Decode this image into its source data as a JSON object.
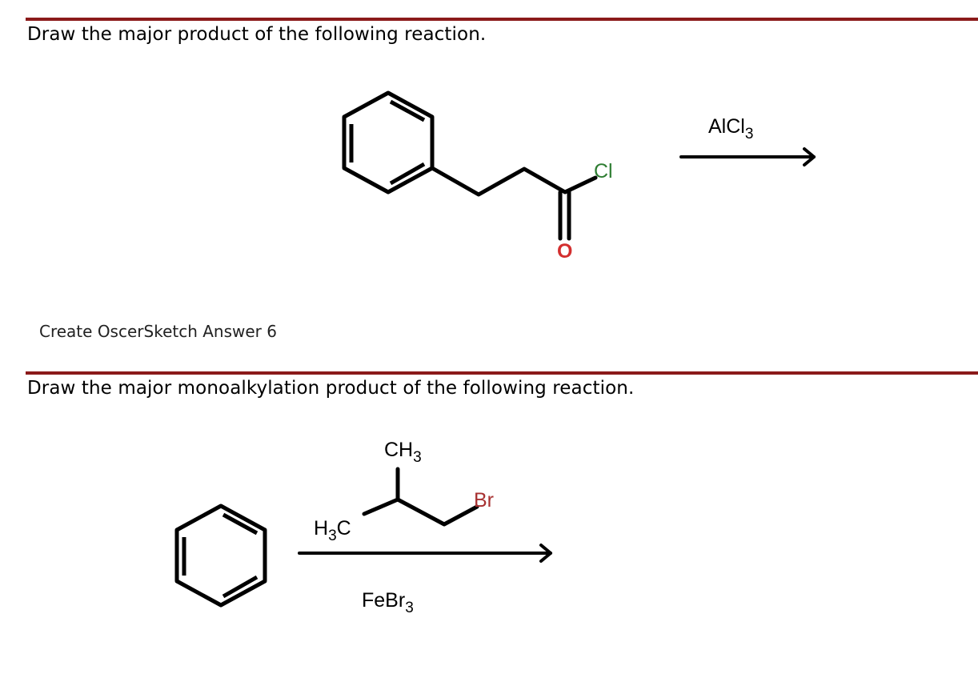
{
  "colors": {
    "rule": "#8b1a1a",
    "chlorine": "#2e7d32",
    "oxygen": "#d32f2f",
    "bromine": "#a83232"
  },
  "question_1": {
    "prompt": "Draw the major product of the following reaction.",
    "reagent_main": "AlCl",
    "reagent_sub": "3",
    "atom_cl": "Cl",
    "atom_o": "O",
    "answer_button": "Create OscerSketch Answer 6"
  },
  "question_2": {
    "prompt": "Draw the major monoalkylation product of the following reaction.",
    "ch3_main": "CH",
    "ch3_sub": "3",
    "h3c_h": "H",
    "h3c_sub": "3",
    "h3c_c": "C",
    "atom_br": "Br",
    "catalyst_main": "FeBr",
    "catalyst_sub": "3"
  }
}
